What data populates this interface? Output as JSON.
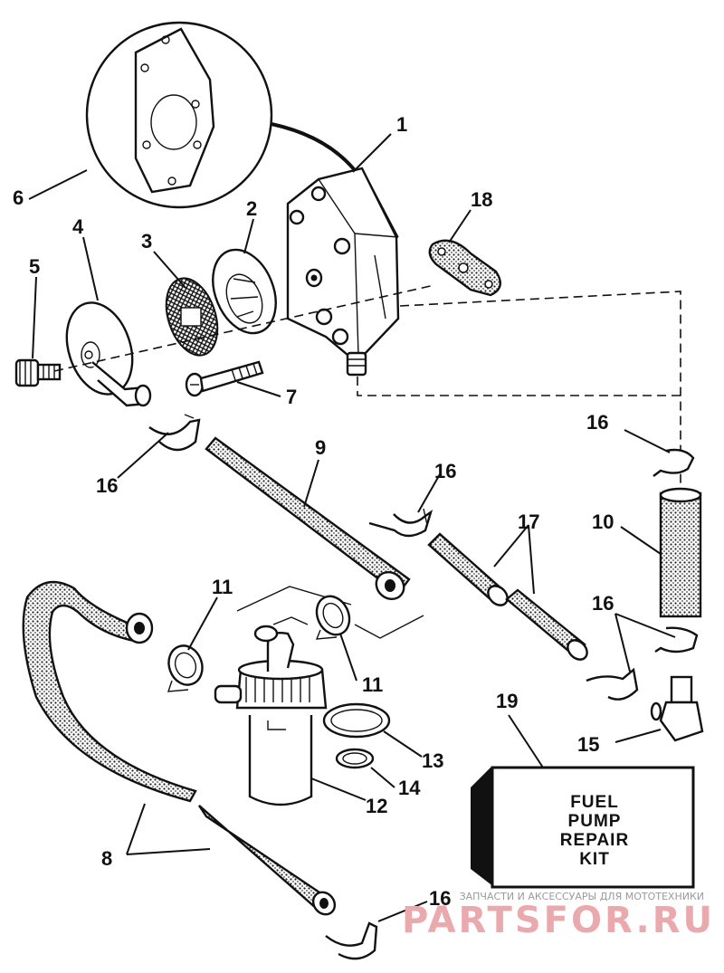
{
  "callouts": {
    "c1": "1",
    "c2": "2",
    "c3": "3",
    "c4": "4",
    "c5": "5",
    "c6": "6",
    "c7": "7",
    "c8": "8",
    "c9": "9",
    "c10": "10",
    "c11a": "11",
    "c11b": "11",
    "c12": "12",
    "c13": "13",
    "c14": "14",
    "c15": "15",
    "c16a": "16",
    "c16b": "16",
    "c16c": "16",
    "c16d": "16",
    "c16e": "16",
    "c17": "17",
    "c18": "18",
    "c19": "19"
  },
  "kit_box": {
    "line1": "FUEL",
    "line2": "PUMP",
    "line3": "REPAIR",
    "line4": "KIT"
  },
  "watermark": {
    "tagline": "ЗАПЧАСТИ И АКСЕССУАРЫ ДЛЯ МОТОТЕХНИКИ",
    "brand": "PARTSFOR.RU"
  }
}
